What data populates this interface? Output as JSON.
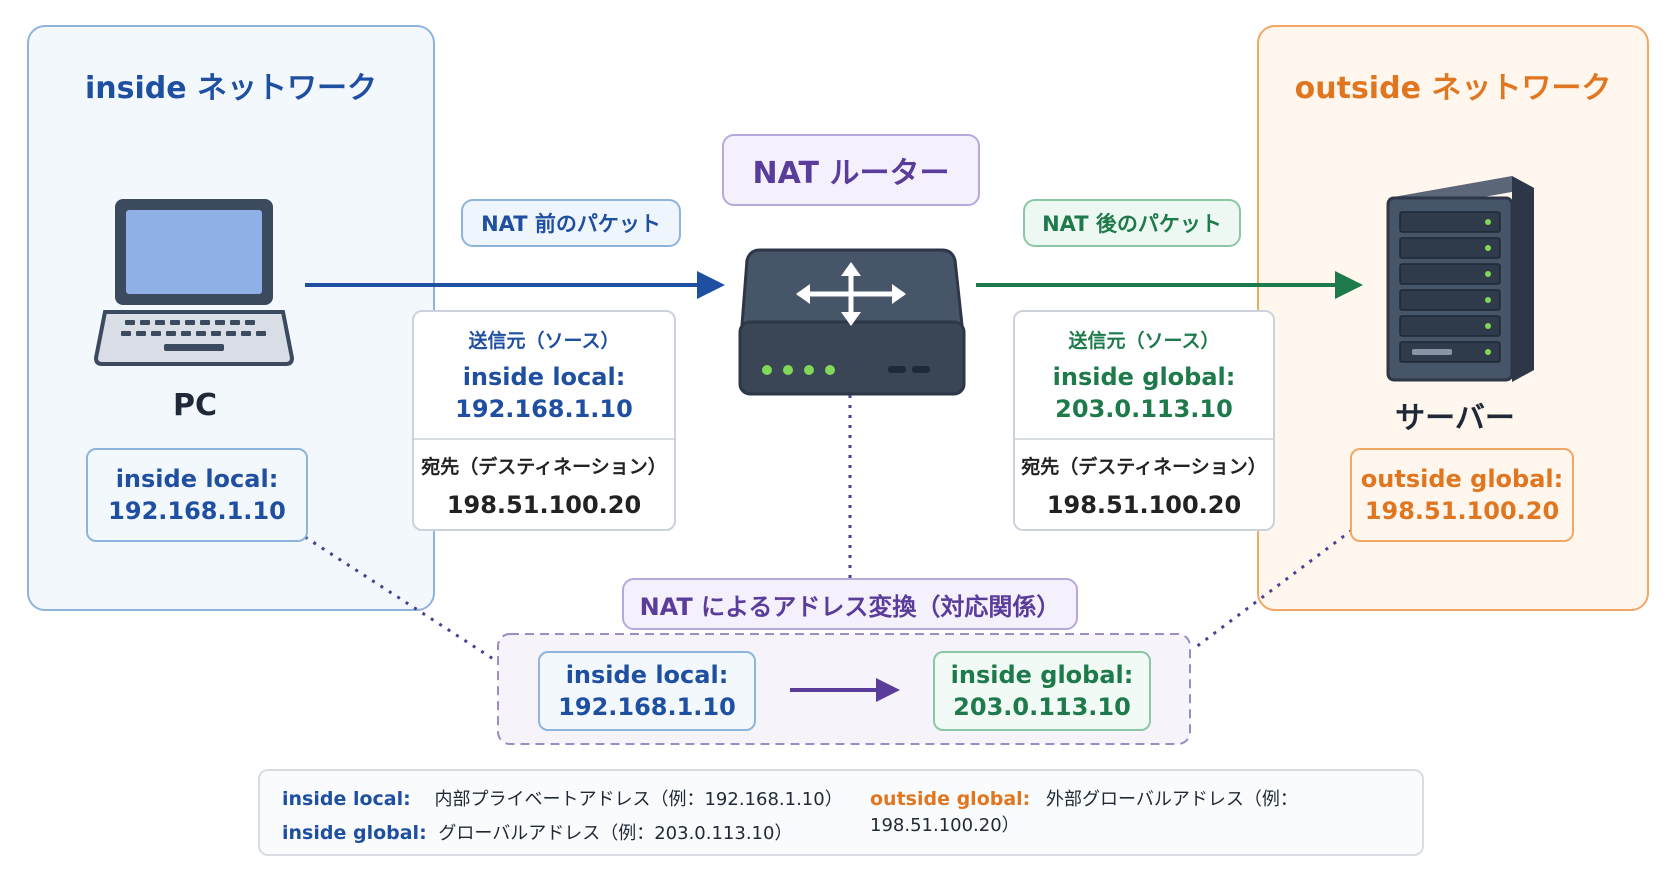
{
  "inside_network": {
    "title": "inside ネットワーク"
  },
  "outside_network": {
    "title": "outside ネットワーク"
  },
  "router": {
    "title": "NAT ルーター"
  },
  "pc": {
    "label": "PC",
    "addr_label": "inside local:",
    "addr_value": "192.168.1.10"
  },
  "server": {
    "label": "サーバー",
    "addr_label": "outside global:",
    "addr_value": "198.51.100.20"
  },
  "before": {
    "tag": "NAT 前のパケット",
    "src_heading": "送信元（ソース）",
    "src_label": "inside local:",
    "src_value": "192.168.1.10",
    "dst_heading": "宛先（デスティネーション）",
    "dst_value": "198.51.100.20"
  },
  "after": {
    "tag": "NAT 後のパケット",
    "src_heading": "送信元（ソース）",
    "src_label": "inside global:",
    "src_value": "203.0.113.10",
    "dst_heading": "宛先（デスティネーション）",
    "dst_value": "198.51.100.20"
  },
  "translation": {
    "title": "NAT によるアドレス変換（対応関係）",
    "from_label": "inside local:",
    "from_value": "192.168.1.10",
    "to_label": "inside global:",
    "to_value": "203.0.113.10"
  },
  "legend": {
    "items": [
      {
        "key": "inside local:",
        "desc": "内部プライベートアドレス（例：192.168.1.10）"
      },
      {
        "key": "inside global:",
        "desc": "グローバルアドレス（例：203.0.113.10）"
      },
      {
        "key": "outside global:",
        "desc": "外部グローバルアドレス（例：198.51.100.20）"
      }
    ]
  },
  "colors": {
    "inside": "#1f4fa0",
    "outside": "#e07720",
    "global": "#1e7a4a",
    "nat": "#5a3d9a"
  },
  "icons": [
    "laptop-icon",
    "router-icon",
    "server-icon"
  ]
}
